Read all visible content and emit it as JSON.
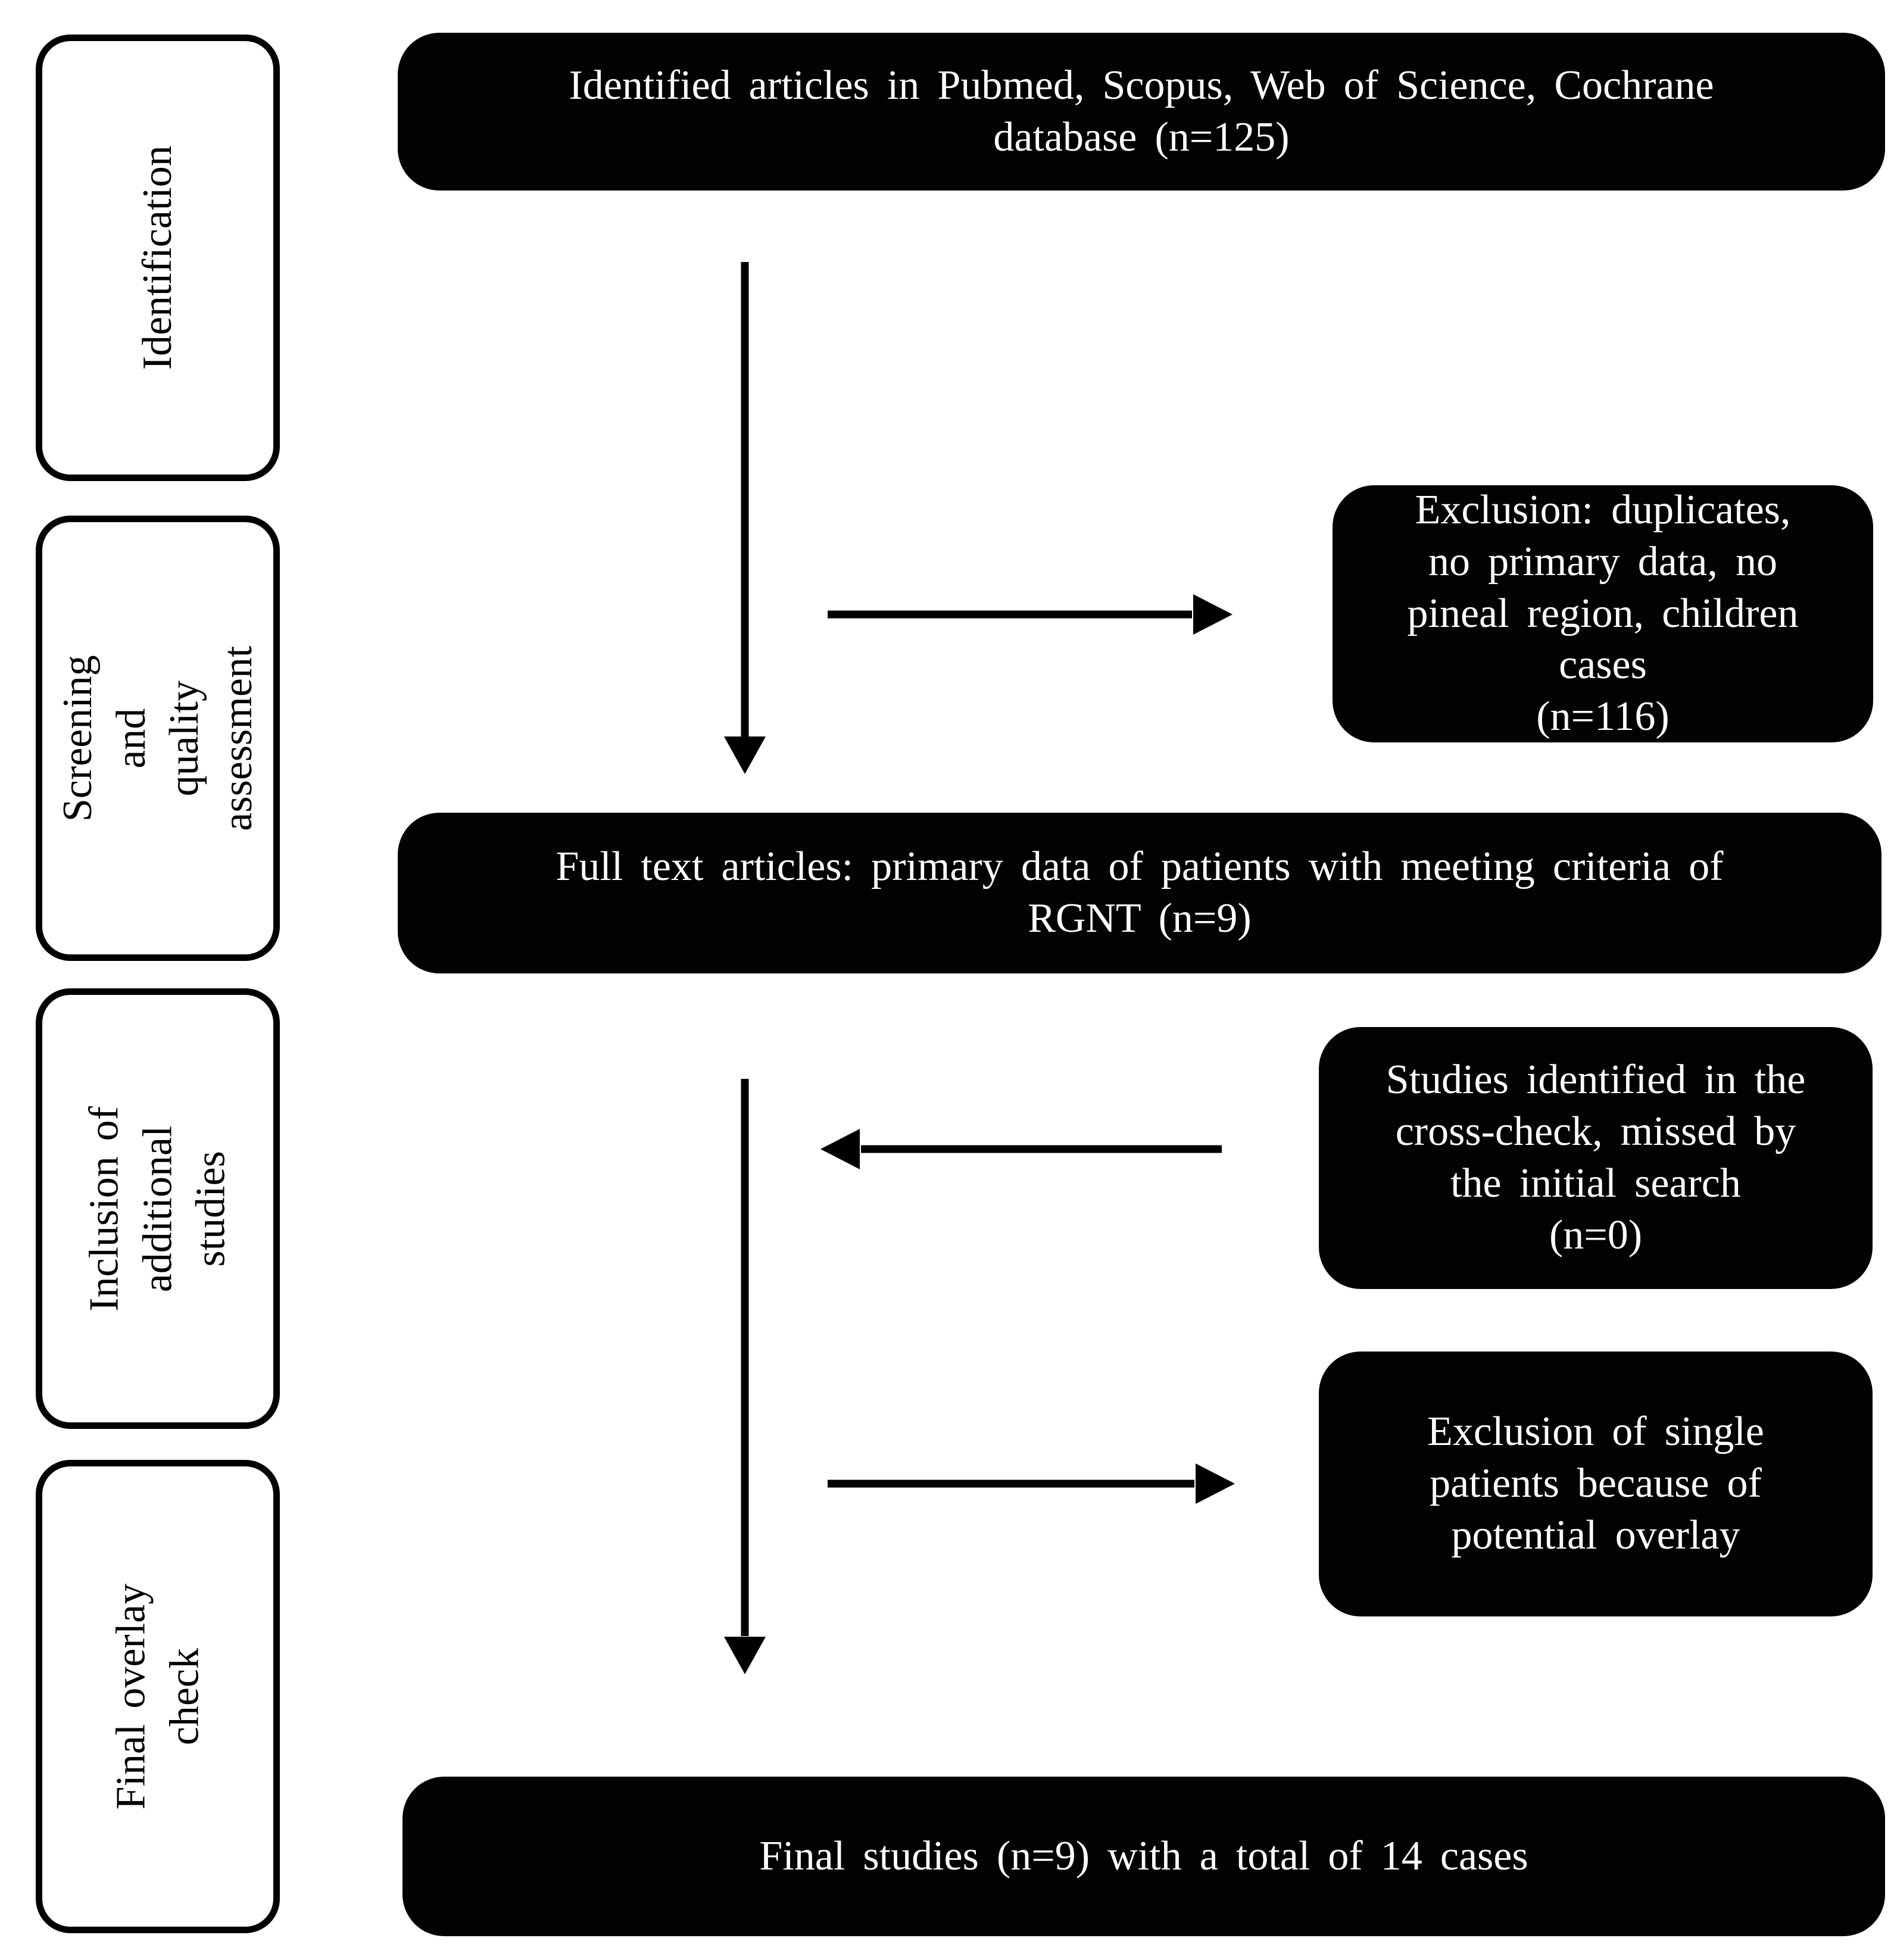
{
  "diagram": {
    "type": "prisma-flowchart",
    "colors": {
      "background": "#ffffff",
      "flow_box_bg": "#020202",
      "flow_box_text": "#ffffff",
      "stage_box_bg": "#ffffff",
      "stage_box_border": "#000000",
      "arrow": "#000000"
    }
  },
  "sidebar": {
    "items": [
      {
        "id": "identification",
        "label": "Identification"
      },
      {
        "id": "screening",
        "label": "Screening and\nquality\nassessment"
      },
      {
        "id": "inclusion",
        "label": "Inclusion of\nadditional studies"
      },
      {
        "id": "final-overlay-check",
        "label": "Final overlay\ncheck"
      }
    ]
  },
  "flow": {
    "identified": {
      "text": "Identified articles in Pubmed, Scopus, Web of Science, Cochrane\ndatabase (n=125)",
      "n": "125"
    },
    "exclusion_duplicates": {
      "text": "Exclusion: duplicates,\nno primary data, no\npineal region, children\ncases\n(n=116)",
      "n": "116"
    },
    "full_text": {
      "text": "Full text articles: primary data of patients with meeting criteria of\nRGNT (n=9)",
      "n": "9"
    },
    "cross_check": {
      "text": "Studies identified in the\ncross-check, missed by\nthe initial search\n(n=0)",
      "n": "0"
    },
    "exclusion_single": {
      "text": "Exclusion of single\npatients because of\npotential overlay"
    },
    "final": {
      "text": "Final studies (n=9) with a total of 14 cases",
      "n_studies": "9",
      "n_cases": "14"
    }
  }
}
